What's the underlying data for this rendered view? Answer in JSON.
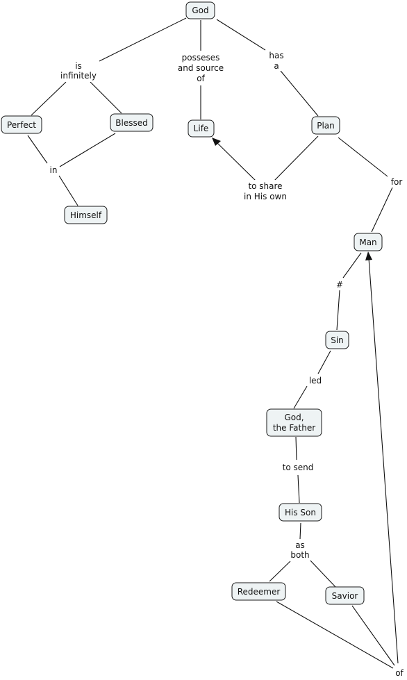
{
  "concept_map": {
    "concepts": {
      "god": "God",
      "perfect": "Perfect",
      "blessed": "Blessed",
      "life": "Life",
      "plan": "Plan",
      "himself": "Himself",
      "man": "Man",
      "sin": "Sin",
      "god_father_line1": "God,",
      "god_father_line2": "the Father",
      "his_son": "His Son",
      "redeemer": "Redeemer",
      "savior": "Savior"
    },
    "links": {
      "is_infinitely_line1": "is",
      "is_infinitely_line2": "infinitely",
      "possesses_line1": "posseses",
      "possesses_line2": "and source",
      "possesses_line3": "of",
      "has_a_line1": "has",
      "has_a_line2": "a",
      "in": "in",
      "to_share_line1": "to share",
      "to_share_line2": "in His own",
      "for": "for",
      "hash": "#",
      "led": "led",
      "to_send": "to send",
      "as_both_line1": "as",
      "as_both_line2": "both",
      "of": "of"
    }
  }
}
